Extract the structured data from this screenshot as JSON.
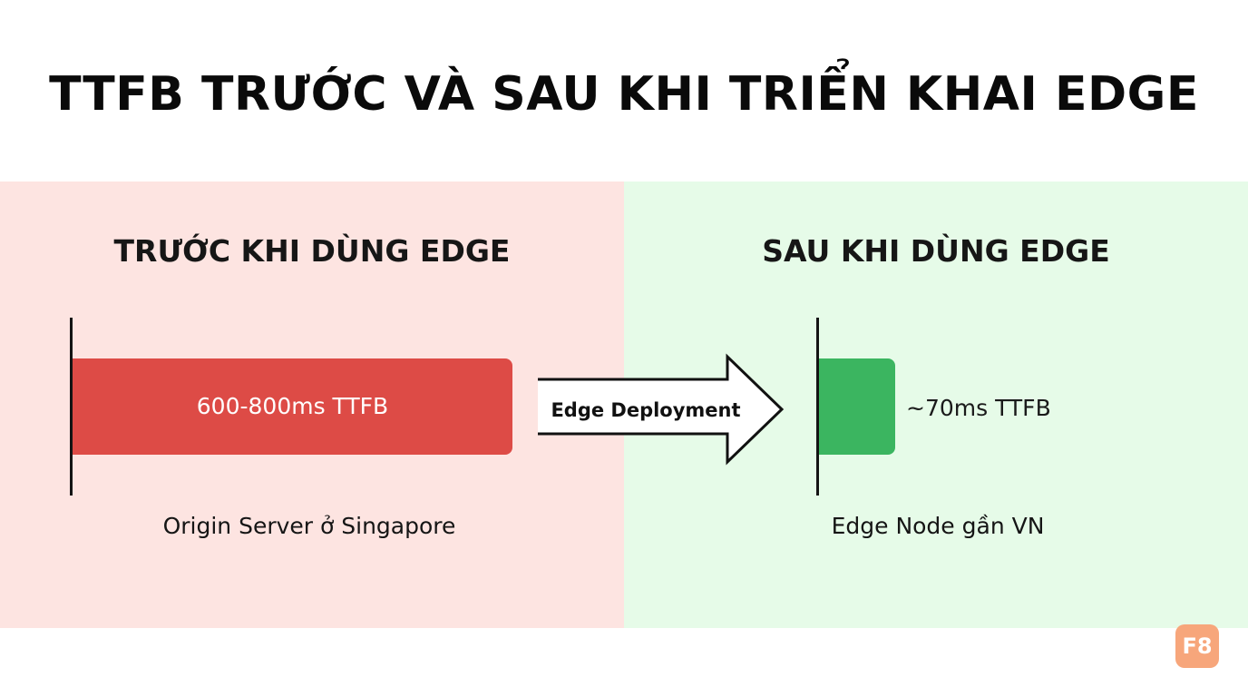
{
  "title": "TTFB TRƯỚC VÀ SAU KHI TRIỂN KHAI EDGE",
  "before": {
    "heading": "TRƯỚC KHI DÙNG EDGE",
    "bar_label": "600-800ms TTFB",
    "caption": "Origin Server ở Singapore"
  },
  "after": {
    "heading": "SAU KHI DÙNG EDGE",
    "bar_label": "~70ms TTFB",
    "caption": "Edge Node gần VN"
  },
  "transition": {
    "label": "Edge Deployment"
  },
  "logo": {
    "text": "F8"
  },
  "colors": {
    "before_background": "#fde4e1",
    "after_background": "#e6fbe8",
    "before_bar": "#dd4b46",
    "after_bar": "#3bb560",
    "logo": "#f7a67b"
  }
}
